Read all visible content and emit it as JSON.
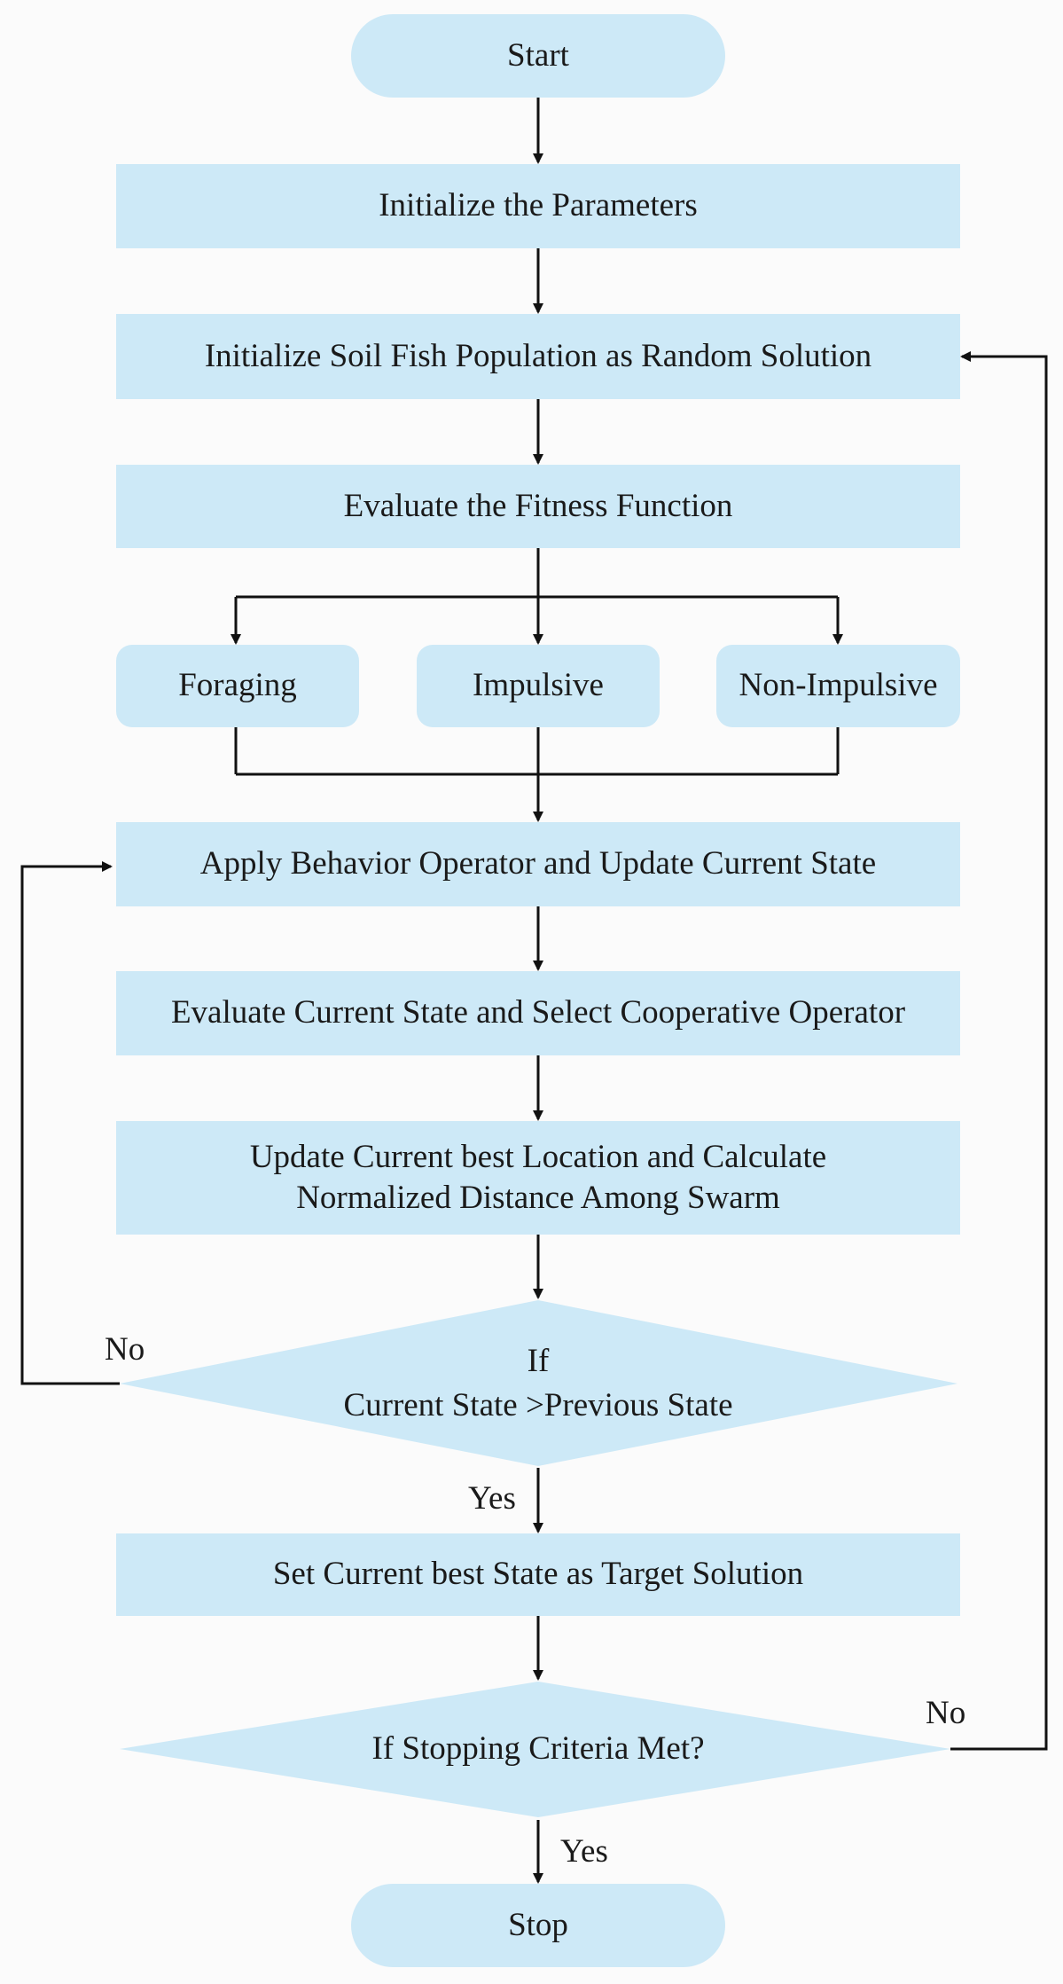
{
  "flowchart": {
    "start": "Start",
    "init_params": "Initialize the Parameters",
    "init_population": "Initialize Soil Fish Population as Random Solution",
    "evaluate_fitness": "Evaluate the Fitness Function",
    "behaviors": [
      "Foraging",
      "Impulsive",
      "Non-Impulsive"
    ],
    "apply_operator": "Apply Behavior Operator and Update Current State",
    "evaluate_state": "Evaluate Current State and Select Cooperative Operator",
    "update_best_line1": "Update Current best Location and Calculate",
    "update_best_line2": "Normalized Distance Among Swarm",
    "decision_state_line1": "If",
    "decision_state_line2": "Current State >Previous State",
    "set_target": "Set Current best State as Target Solution",
    "decision_stop": "If Stopping Criteria Met?",
    "stop": "Stop",
    "no_label": "No",
    "yes_label": "Yes"
  },
  "colors": {
    "node_fill": "#cde9f7",
    "line": "#111111",
    "background": "#fbfbfb"
  }
}
